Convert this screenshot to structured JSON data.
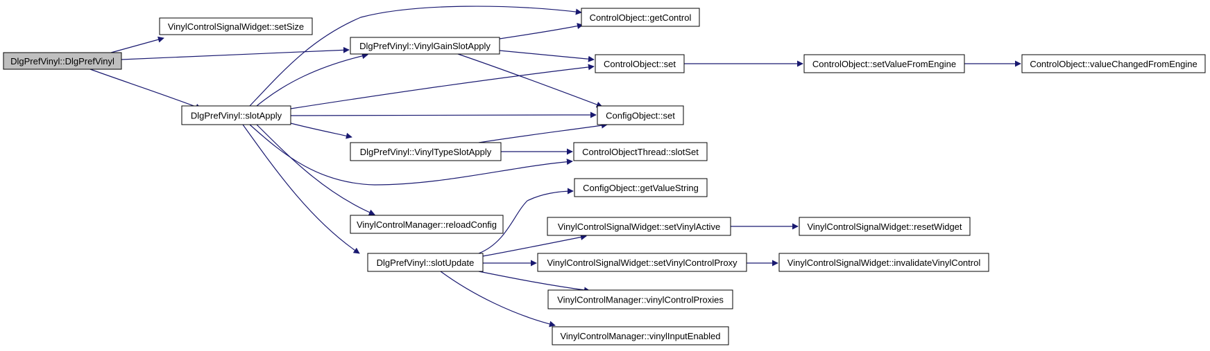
{
  "colors": {
    "edge": "#191970",
    "node_border": "#000000",
    "node_fill": "#ffffff",
    "root_fill": "#bfbfbf",
    "text": "#000000"
  },
  "nodes": {
    "root": {
      "label": "DlgPrefVinyl::DlgPrefVinyl",
      "is_root": true
    },
    "setSize": {
      "label": "VinylControlSignalWidget::setSize"
    },
    "gainApply": {
      "label": "DlgPrefVinyl::VinylGainSlotApply"
    },
    "slotApply": {
      "label": "DlgPrefVinyl::slotApply"
    },
    "getControl": {
      "label": "ControlObject::getControl"
    },
    "coSet": {
      "label": "ControlObject::set"
    },
    "setValueFE": {
      "label": "ControlObject::setValueFromEngine"
    },
    "valueChangedFE": {
      "label": "ControlObject::valueChangedFromEngine"
    },
    "configSet": {
      "label": "ConfigObject::set"
    },
    "typeApply": {
      "label": "DlgPrefVinyl::VinylTypeSlotApply"
    },
    "cotSlotSet": {
      "label": "ControlObjectThread::slotSet"
    },
    "getValueString": {
      "label": "ConfigObject::getValueString"
    },
    "reloadConfig": {
      "label": "VinylControlManager::reloadConfig"
    },
    "setVinylActive": {
      "label": "VinylControlSignalWidget::setVinylActive"
    },
    "resetWidget": {
      "label": "VinylControlSignalWidget::resetWidget"
    },
    "slotUpdate": {
      "label": "DlgPrefVinyl::slotUpdate"
    },
    "setProxy": {
      "label": "VinylControlSignalWidget::setVinylControlProxy"
    },
    "invalidate": {
      "label": "VinylControlSignalWidget::invalidateVinylControl"
    },
    "proxies": {
      "label": "VinylControlManager::vinylControlProxies"
    },
    "inputEnabled": {
      "label": "VinylControlManager::vinylInputEnabled"
    }
  },
  "edges": [
    {
      "from": "root",
      "to": "setSize"
    },
    {
      "from": "root",
      "to": "gainApply"
    },
    {
      "from": "root",
      "to": "slotApply"
    },
    {
      "from": "gainApply",
      "to": "getControl"
    },
    {
      "from": "gainApply",
      "to": "coSet"
    },
    {
      "from": "gainApply",
      "to": "configSet"
    },
    {
      "from": "coSet",
      "to": "setValueFE"
    },
    {
      "from": "setValueFE",
      "to": "valueChangedFE"
    },
    {
      "from": "slotApply",
      "to": "getControl"
    },
    {
      "from": "slotApply",
      "to": "gainApply"
    },
    {
      "from": "slotApply",
      "to": "coSet"
    },
    {
      "from": "slotApply",
      "to": "configSet"
    },
    {
      "from": "slotApply",
      "to": "typeApply"
    },
    {
      "from": "slotApply",
      "to": "cotSlotSet"
    },
    {
      "from": "slotApply",
      "to": "reloadConfig"
    },
    {
      "from": "slotApply",
      "to": "slotUpdate"
    },
    {
      "from": "typeApply",
      "to": "configSet"
    },
    {
      "from": "typeApply",
      "to": "cotSlotSet"
    },
    {
      "from": "slotUpdate",
      "to": "getValueString"
    },
    {
      "from": "slotUpdate",
      "to": "setVinylActive"
    },
    {
      "from": "slotUpdate",
      "to": "setProxy"
    },
    {
      "from": "slotUpdate",
      "to": "proxies"
    },
    {
      "from": "slotUpdate",
      "to": "inputEnabled"
    },
    {
      "from": "setVinylActive",
      "to": "resetWidget"
    },
    {
      "from": "setProxy",
      "to": "invalidate"
    }
  ]
}
